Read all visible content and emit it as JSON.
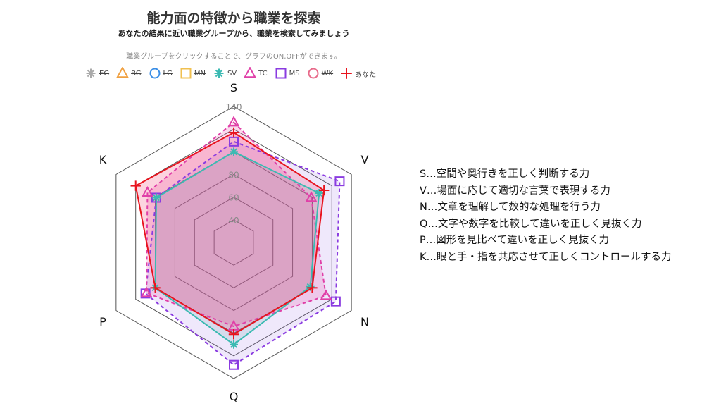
{
  "title": "能力面の特徴から職業を探索",
  "subtitle": "あなたの結果に近い職業グループから、職業を検索してみましょう",
  "hint": "職業グループをクリックすることで、グラフのON,OFFができます。",
  "legend": [
    {
      "label": "EG",
      "marker": "asterisk",
      "color": "#aaaaaa",
      "on": false
    },
    {
      "label": "BG",
      "marker": "triangle",
      "color": "#f0a040",
      "on": false
    },
    {
      "label": "LG",
      "marker": "circle",
      "color": "#3a8ee6",
      "on": false
    },
    {
      "label": "MN",
      "marker": "square",
      "color": "#f0c050",
      "on": false
    },
    {
      "label": "SV",
      "marker": "asterisk",
      "color": "#3bbab2",
      "on": true
    },
    {
      "label": "TC",
      "marker": "triangle",
      "color": "#e040a8",
      "on": true
    },
    {
      "label": "MS",
      "marker": "square",
      "color": "#8a3be0",
      "on": true
    },
    {
      "label": "WK",
      "marker": "circle",
      "color": "#e86a8a",
      "on": false
    },
    {
      "label": "あなた",
      "marker": "cross",
      "color": "#e8141e",
      "on": true
    }
  ],
  "descriptions": [
    "S…空間や奥行きを正しく判断する力",
    "V…場面に応じて適切な言葉で表現する力",
    "N…文章を理解して数的な処理を行う力",
    "Q…文字や数字を比較して違いを正しく見抜く力",
    "P…図形を見比べて違いを正しく見抜く力",
    "K…眼と手・指を共応させて正しくコントロールする力"
  ],
  "chart_data": {
    "type": "radar",
    "axes": [
      "S",
      "V",
      "N",
      "Q",
      "P",
      "K"
    ],
    "rmin": 20,
    "rmax": 140,
    "ticks": [
      40,
      60,
      80,
      100,
      120,
      140
    ],
    "tick_labels_shown": [
      40,
      60,
      80,
      140
    ],
    "series": [
      {
        "name": "MS",
        "values": [
          109,
          128,
          124,
          128,
          110,
          99
        ],
        "color": "#8a3be0",
        "dash": true,
        "fill": "rgba(150,100,230,0.15)",
        "marker": "square"
      },
      {
        "name": "TC",
        "values": [
          126,
          99,
          114,
          94,
          109,
          108
        ],
        "color": "#e040a8",
        "dash": true,
        "fill": "rgba(235,80,170,0.22)",
        "marker": "triangle"
      },
      {
        "name": "SV",
        "values": [
          100,
          107,
          98,
          110,
          100,
          99
        ],
        "color": "#3bbab2",
        "dash": false,
        "fill": "rgba(100,160,170,0.18)",
        "marker": "asterisk"
      },
      {
        "name": "あなた",
        "values": [
          117,
          112,
          100,
          101,
          100,
          120
        ],
        "color": "#e8141e",
        "dash": false,
        "fill": "rgba(240,60,110,0.22)",
        "marker": "cross"
      }
    ]
  }
}
